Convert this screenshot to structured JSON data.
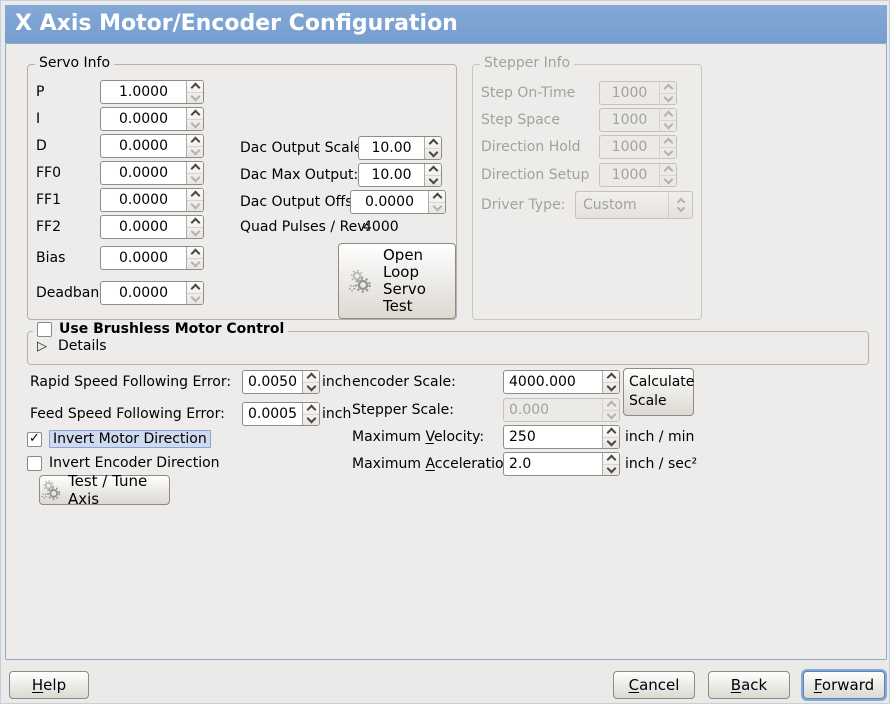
{
  "window": {
    "title": "X Axis Motor/Encoder Configuration"
  },
  "colors": {
    "titlebar_blue": "#84a9d8",
    "titlebar_blue2": "#769dce",
    "panel_border": "#90a9cc",
    "focus_bg": "#cddaf0",
    "focus_border": "#89a4ce",
    "forward_focus": "#84a7d6"
  },
  "servo_info": {
    "legend": "Servo Info",
    "pid_rows": [
      {
        "label": "P",
        "value": "1.0000"
      },
      {
        "label": "I",
        "value": "0.0000"
      },
      {
        "label": "D",
        "value": "0.0000"
      },
      {
        "label": "FF0",
        "value": "0.0000"
      },
      {
        "label": "FF1",
        "value": "0.0000"
      },
      {
        "label": "FF2",
        "value": "0.0000"
      },
      {
        "label": "Bias",
        "value": "0.0000"
      },
      {
        "label": "Deadband",
        "value": "0.0000"
      }
    ],
    "dac_rows": [
      {
        "label": "Dac Output Scale:",
        "value": "10.00"
      },
      {
        "label": "Dac Max Output:",
        "value": "10.00"
      },
      {
        "label": "Dac Output Offset:",
        "value": "0.0000"
      }
    ],
    "quad_label": "Quad Pulses / Rev:",
    "quad_value": "4000",
    "open_loop_lines": [
      "Open",
      "Loop",
      "Servo",
      "Test"
    ]
  },
  "stepper_info": {
    "legend": "Stepper Info",
    "rows": [
      {
        "label": "Step On-Time",
        "value": "1000"
      },
      {
        "label": "Step Space",
        "value": "1000"
      },
      {
        "label": "Direction Hold",
        "value": "1000"
      },
      {
        "label": "Direction Setup",
        "value": "1000"
      }
    ],
    "driver_type_label": "Driver Type:",
    "driver_type_value": "Custom"
  },
  "brushless": {
    "checkbox_label": "Use Brushless Motor Control",
    "details_label": "Details"
  },
  "following_error": {
    "rapid_label": "Rapid Speed Following Error:",
    "rapid_value": "0.0050",
    "rapid_unit": "inch",
    "feed_label": "Feed Speed Following Error:",
    "feed_value": "0.0005",
    "feed_unit": "inch"
  },
  "scale_section": {
    "encoder_label": "encoder Scale:",
    "encoder_value": "4000.000",
    "calculate_button": "Calculate Scale",
    "stepper_label": "Stepper Scale:",
    "stepper_value": "0.000",
    "velocity_label": {
      "pre": "Maximum ",
      "m": "V",
      "post": "elocity:"
    },
    "velocity_value": "250",
    "velocity_unit": "inch / min",
    "accel_label": {
      "pre": "Maximum ",
      "m": "A",
      "post": "cceleration:"
    },
    "accel_value": "2.0",
    "accel_unit": "inch / sec²"
  },
  "direction": {
    "invert_motor_label": "Invert Motor Direction",
    "invert_encoder_label": "Invert Encoder Direction",
    "test_tune_button": "Test / Tune Axis"
  },
  "footer": {
    "help": {
      "m": "H",
      "post": "elp"
    },
    "cancel": {
      "m": "C",
      "post": "ancel"
    },
    "back": {
      "m": "B",
      "post": "ack"
    },
    "forward": {
      "m": "F",
      "post": "orward"
    }
  }
}
